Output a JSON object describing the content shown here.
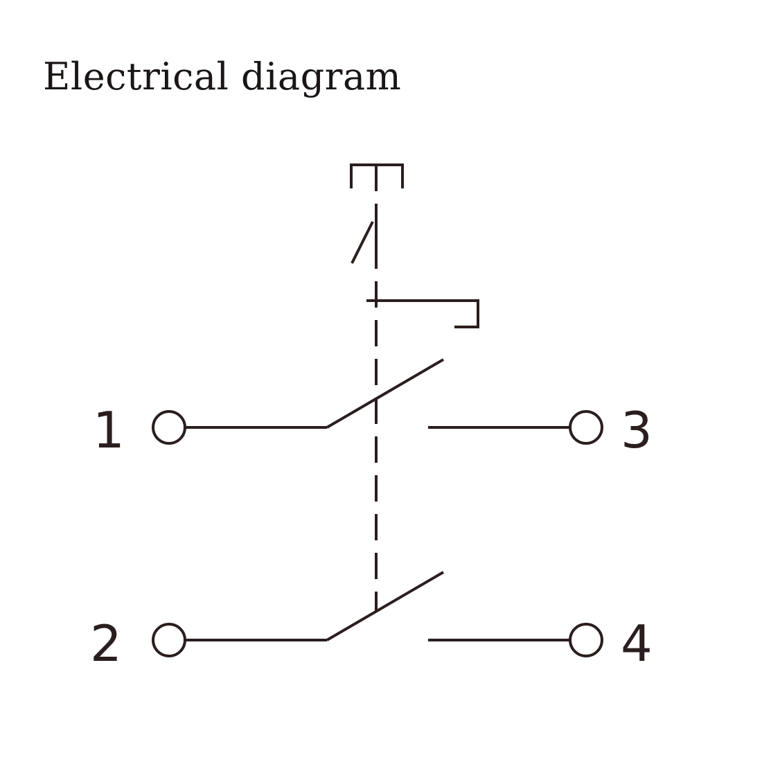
{
  "title": "Electrical diagram",
  "terminals": {
    "t1": "1",
    "t2": "2",
    "t3": "3",
    "t4": "4"
  },
  "colors": {
    "line": "#2b1e1e",
    "text": "#1b1616",
    "background": "#ffffff"
  }
}
